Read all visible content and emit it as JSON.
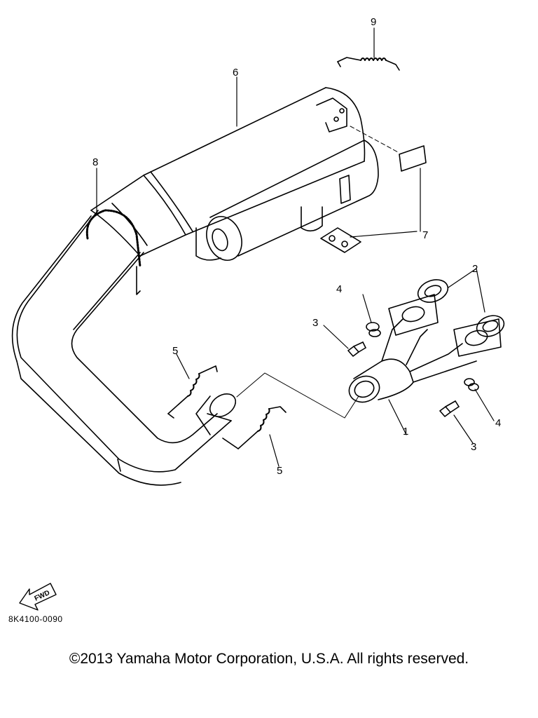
{
  "diagram": {
    "callouts": [
      "1",
      "2",
      "3",
      "3",
      "4",
      "4",
      "5",
      "5",
      "6",
      "7",
      "8",
      "9"
    ],
    "fwd_label": "FWD",
    "code": "8K4100-0090"
  },
  "footer": {
    "copyright": "©2013 Yamaha Motor Corporation, U.S.A. All rights reserved."
  }
}
